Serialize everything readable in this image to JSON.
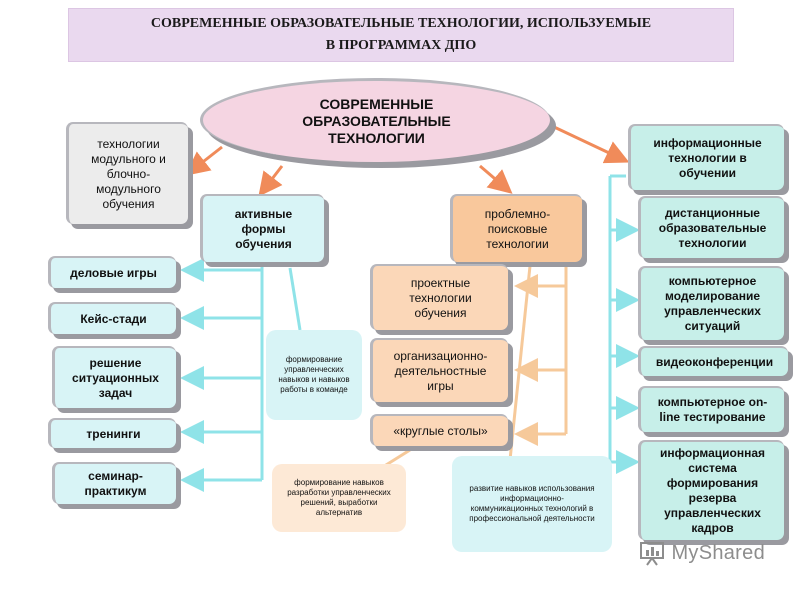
{
  "title": {
    "line1": "СОВРЕМЕННЫЕ ОБРАЗОВАТЕЛЬНЫЕ ТЕХНОЛОГИИ, ИСПОЛЬЗУЕМЫЕ",
    "line2": "В ПРОГРАММАХ ДПО"
  },
  "center": {
    "line1": "СОВРЕМЕННЫЕ",
    "line2": "ОБРАЗОВАТЕЛЬНЫЕ",
    "line3": "ТЕХНОЛОГИИ"
  },
  "modular": {
    "line1": "технологии",
    "line2": "модульного и",
    "line3": "блочно-",
    "line4": "модульного",
    "line5": "обучения"
  },
  "active": {
    "label_lines": [
      "активные",
      "формы",
      "обучения"
    ],
    "items": [
      "деловые игры",
      "Кейс-стади",
      "решение ситуационных задач",
      "тренинги",
      "семинар-практикум"
    ],
    "note": "формирование управленческих навыков и навыков работы в команде",
    "note2": "формирование навыков разработки управленческих решений, выработки альтернатив"
  },
  "problem": {
    "label_lines": [
      "проблемно-",
      "поисковые",
      "технологии"
    ],
    "items": [
      "проектные технологии обучения",
      "организационно-деятельностные игры",
      "«круглые столы»"
    ],
    "note": "развитие навыков использования информационно-коммуникационных технологий в профессиональной деятельности"
  },
  "info": {
    "label_lines": [
      "информационные",
      "технологии в",
      "обучении"
    ],
    "items": [
      "дистанционные образовательные технологии",
      "компьютерное моделирование управленческих ситуаций",
      "видеоконференции",
      "компьютерное on-line тестирование",
      "информационная система формирования резерва управленческих кадров"
    ]
  },
  "watermark": "MyShared",
  "colors": {
    "banner": "#ead9ef",
    "ellipse": "#f5d5e2",
    "cyan": "#d8f4f6",
    "orange": "#f9c89c",
    "arrow": "#f08b5a",
    "connector_cyan": "#8fe3e8",
    "connector_orange": "#f6c99a"
  }
}
